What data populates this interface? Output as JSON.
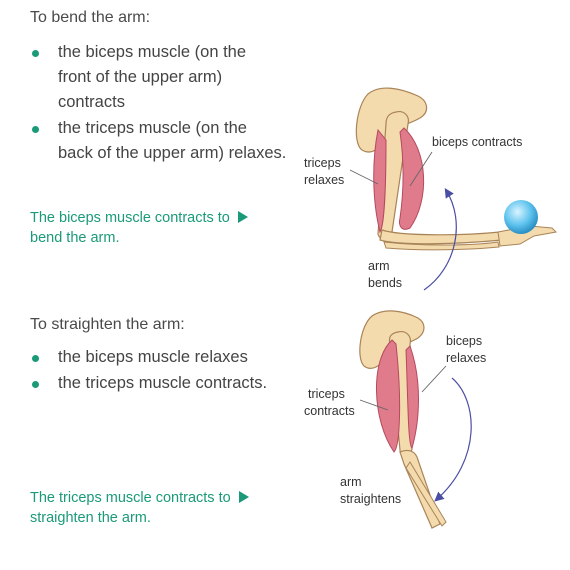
{
  "bend": {
    "heading": "To bend the arm:",
    "bullets": [
      [
        "the biceps muscle (on the",
        "front of the upper arm)",
        "contracts"
      ],
      [
        "the triceps muscle (on the",
        "back of the upper arm) relaxes."
      ]
    ],
    "callout": [
      "The biceps muscle contracts to",
      "bend the arm."
    ],
    "labels": {
      "biceps": "biceps contracts",
      "triceps": [
        "triceps",
        "relaxes"
      ],
      "arm": [
        "arm",
        "bends"
      ]
    }
  },
  "straighten": {
    "heading": "To straighten the arm:",
    "bullets": [
      [
        "the biceps muscle relaxes"
      ],
      [
        "the triceps muscle contracts."
      ]
    ],
    "callout": [
      "The triceps muscle contracts to",
      "straighten the arm."
    ],
    "labels": {
      "biceps": [
        "biceps",
        "relaxes"
      ],
      "triceps": [
        "triceps",
        "contracts"
      ],
      "arm": [
        "arm",
        "straightens"
      ]
    }
  },
  "colors": {
    "accent": "#1a9a78",
    "muscle": "#e07b8c",
    "bone": "#f3dbae",
    "arrow": "#4a4fa3",
    "ball": "#5fc3ee"
  }
}
